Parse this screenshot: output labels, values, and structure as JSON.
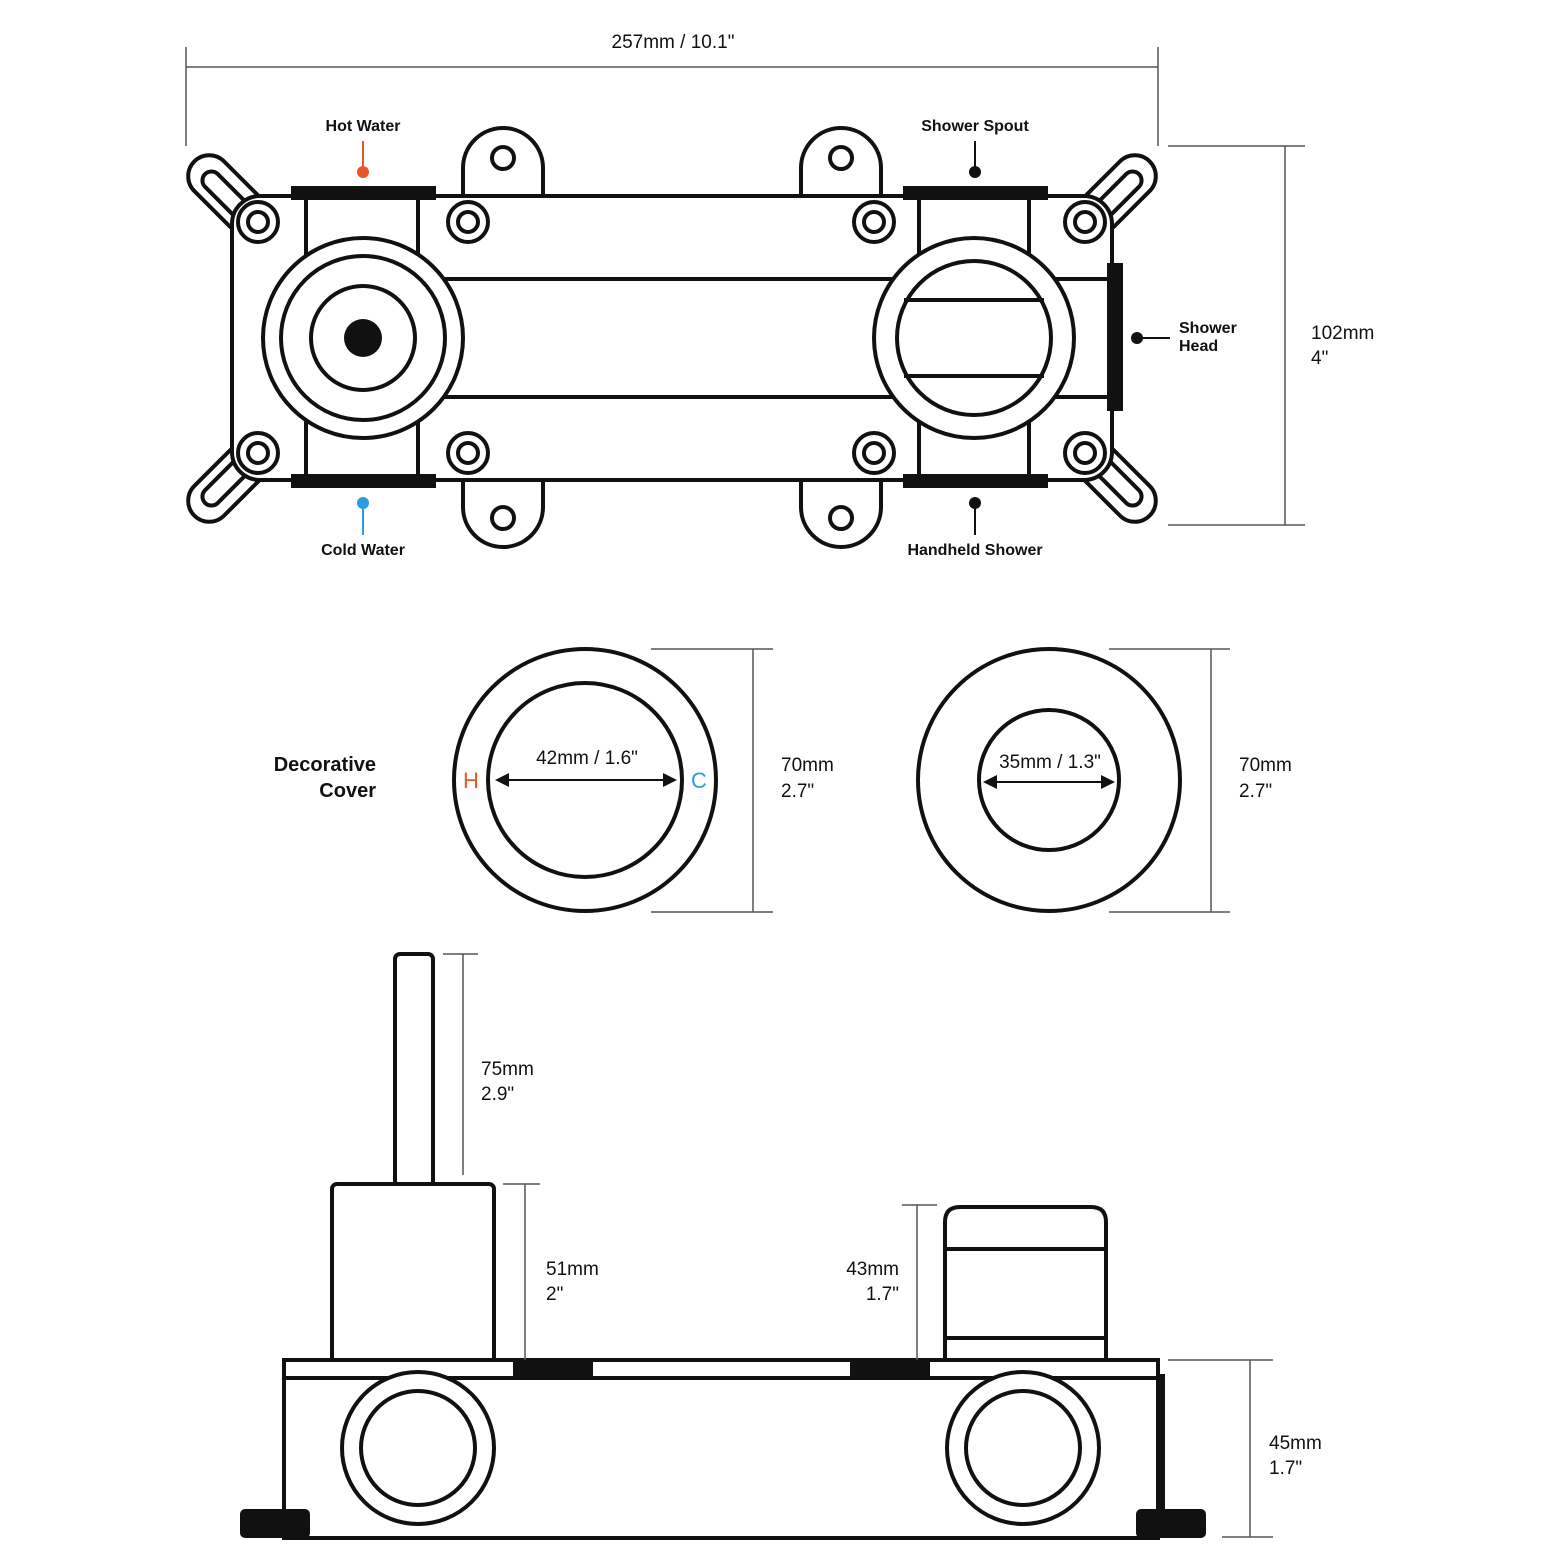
{
  "colors": {
    "hot": "#e8572a",
    "cold": "#2a9de0",
    "line": "#111111"
  },
  "top_view": {
    "width_dim": "257mm / 10.1\"",
    "height_dim_mm": "102mm",
    "height_dim_in": "4\"",
    "labels": {
      "hot_water": "Hot Water",
      "cold_water": "Cold Water",
      "shower_spout": "Shower Spout",
      "handheld_shower": "Handheld Shower",
      "shower_head_1": "Shower",
      "shower_head_2": "Head"
    }
  },
  "covers": {
    "title_1": "Decorative",
    "title_2": "Cover",
    "hot_letter": "H",
    "cold_letter": "C",
    "left_inner": "42mm / 1.6\"",
    "left_outer_mm": "70mm",
    "left_outer_in": "2.7\"",
    "right_inner": "35mm / 1.3\"",
    "right_outer_mm": "70mm",
    "right_outer_in": "2.7\""
  },
  "side_view": {
    "lever_mm": "75mm",
    "lever_in": "2.9\"",
    "handle_mm": "51mm",
    "handle_in": "2\"",
    "knob_mm": "43mm",
    "knob_in": "1.7\"",
    "body_mm": "45mm",
    "body_in": "1.7\""
  }
}
